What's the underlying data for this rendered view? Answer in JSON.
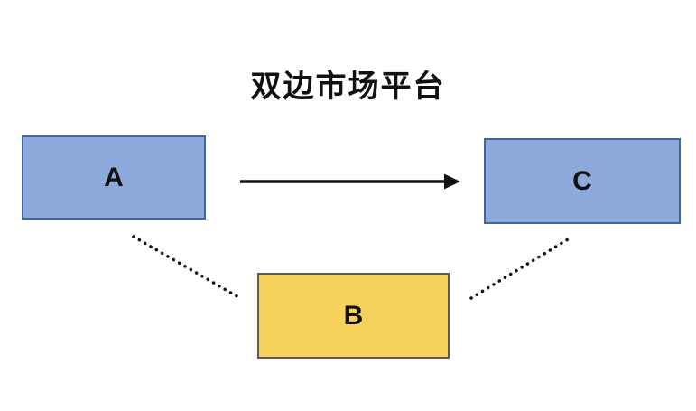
{
  "title": "双边市场平台",
  "nodes": [
    {
      "id": "A",
      "label": "A",
      "role": "market-side-a",
      "color": "blue"
    },
    {
      "id": "B",
      "label": "B",
      "role": "platform",
      "color": "yellow"
    },
    {
      "id": "C",
      "label": "C",
      "role": "market-side-c",
      "color": "blue"
    }
  ],
  "edges": [
    {
      "from": "A",
      "to": "C",
      "style": "solid",
      "arrowhead": true
    },
    {
      "from": "A",
      "to": "B",
      "style": "dotted",
      "arrowhead": false
    },
    {
      "from": "B",
      "to": "C",
      "style": "dotted",
      "arrowhead": false
    }
  ],
  "colors": {
    "box-blue-fill": "#8ea9db",
    "box-blue-border": "#41659c",
    "box-yellow-fill": "#f6d25a",
    "box-yellow-border": "#5a5a5a",
    "line": "#111111",
    "text": "#111111",
    "background": "#ffffff"
  }
}
